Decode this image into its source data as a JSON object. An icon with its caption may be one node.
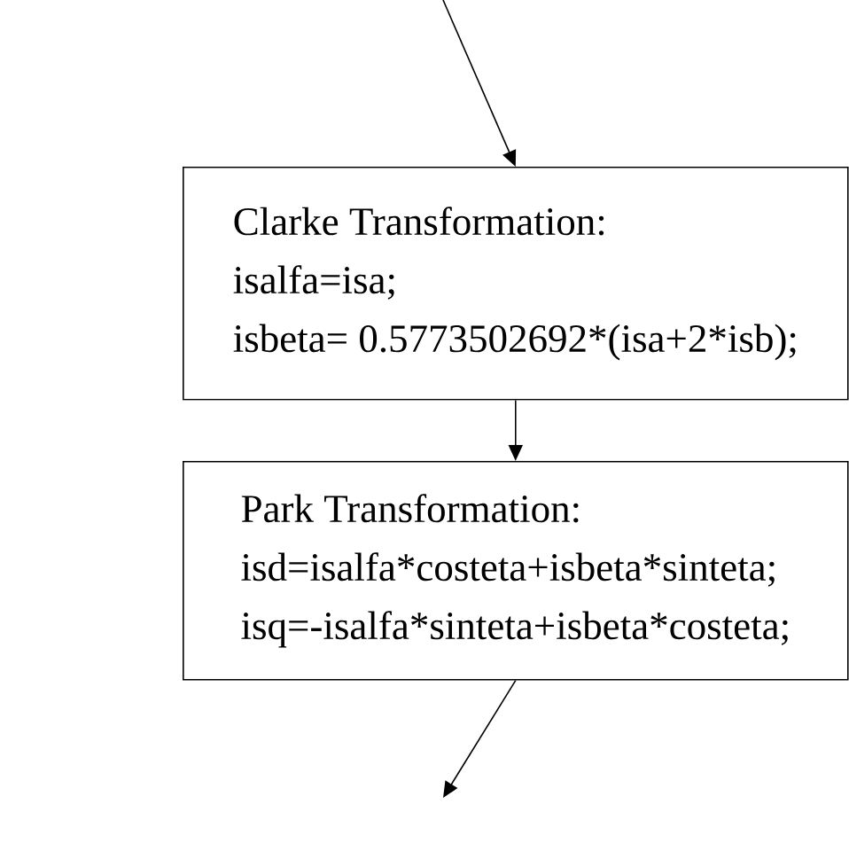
{
  "diagram": {
    "nodes": [
      {
        "text": [
          "Clarke Transformation:",
          "isalfa=isa;",
          "isbeta= 0.5773502692*(isa+2*isb);"
        ]
      },
      {
        "text": [
          "Park Transformation:",
          "isd=isalfa*costeta+isbeta*sinteta;",
          "isq=-isalfa*sinteta+isbeta*costeta;"
        ]
      }
    ],
    "edges": [
      {
        "from": null,
        "to": 0,
        "arrow": "to"
      },
      {
        "from": 0,
        "to": 1,
        "arrow": "to"
      },
      {
        "from": 1,
        "to": null,
        "arrow": "to"
      }
    ]
  }
}
